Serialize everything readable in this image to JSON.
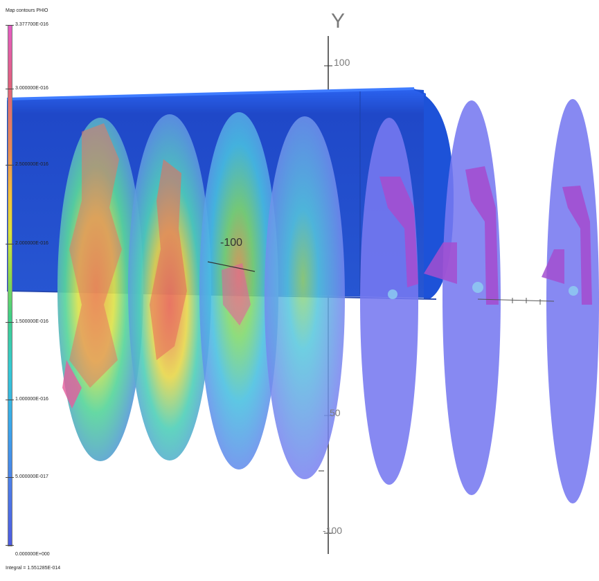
{
  "legend": {
    "title": "Map contours PHIO",
    "max_label": "3.377700E-016",
    "labels": [
      "3.377700E-016",
      "3.000000E-016",
      "2.500000E-016",
      "2.000000E-016",
      "1.500000E-016",
      "1.000000E-016",
      "5.000000E-017",
      "0.000000E+000"
    ],
    "integral": "Integral = 1.551285E-014",
    "colors": [
      "#e45cc4",
      "#e0607e",
      "#e98a55",
      "#f3c23a",
      "#d8e33c",
      "#8fd94b",
      "#3fcf86",
      "#34c9d4",
      "#3aa6ea",
      "#4c7ee8",
      "#4d5be0"
    ]
  },
  "axes": {
    "y_axis_label": "Y",
    "y_tick_top": "100",
    "y_tick_mid": "50",
    "y_tick_bottom": "-100",
    "x_tick": "-100"
  },
  "scene": {
    "tube_color": "#2f5fe0",
    "disk_color": "#7b7cf0",
    "section_color": "#a34fd0",
    "background": "#ffffff"
  }
}
